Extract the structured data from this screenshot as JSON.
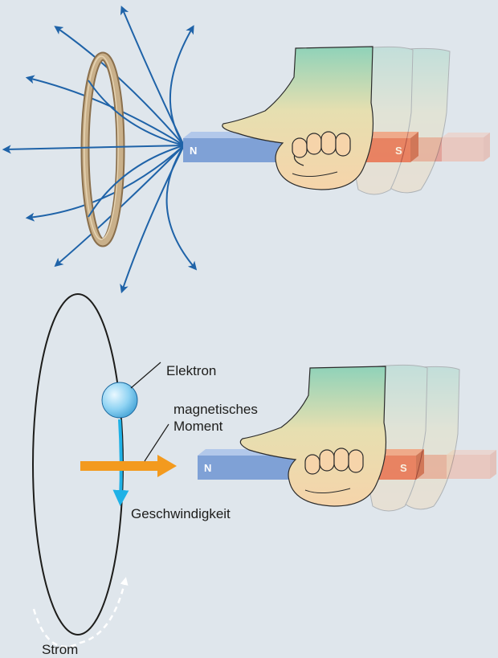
{
  "magnet_top": {
    "north_label": "N",
    "south_label": "S"
  },
  "magnet_bottom": {
    "north_label": "N",
    "south_label": "S"
  },
  "labels": {
    "electron": "Elektron",
    "moment_line1": "magnetisches",
    "moment_line2": "Moment",
    "velocity": "Geschwindigkeit",
    "current": "Strom"
  },
  "colors": {
    "background": "#dfe6ec",
    "field_lines": "#1f63a8",
    "ring": "#b49a72",
    "magnet_north": "#7fa1d6",
    "magnet_south": "#e6543a",
    "electron": "#8fd3f3",
    "moment_arrow": "#f39a1e",
    "velocity_arrow": "#1fb1e6",
    "orbit": "#1d1d1b"
  },
  "icons": [
    "hand-icon",
    "bar-magnet-icon",
    "ring-icon",
    "electron-icon"
  ]
}
